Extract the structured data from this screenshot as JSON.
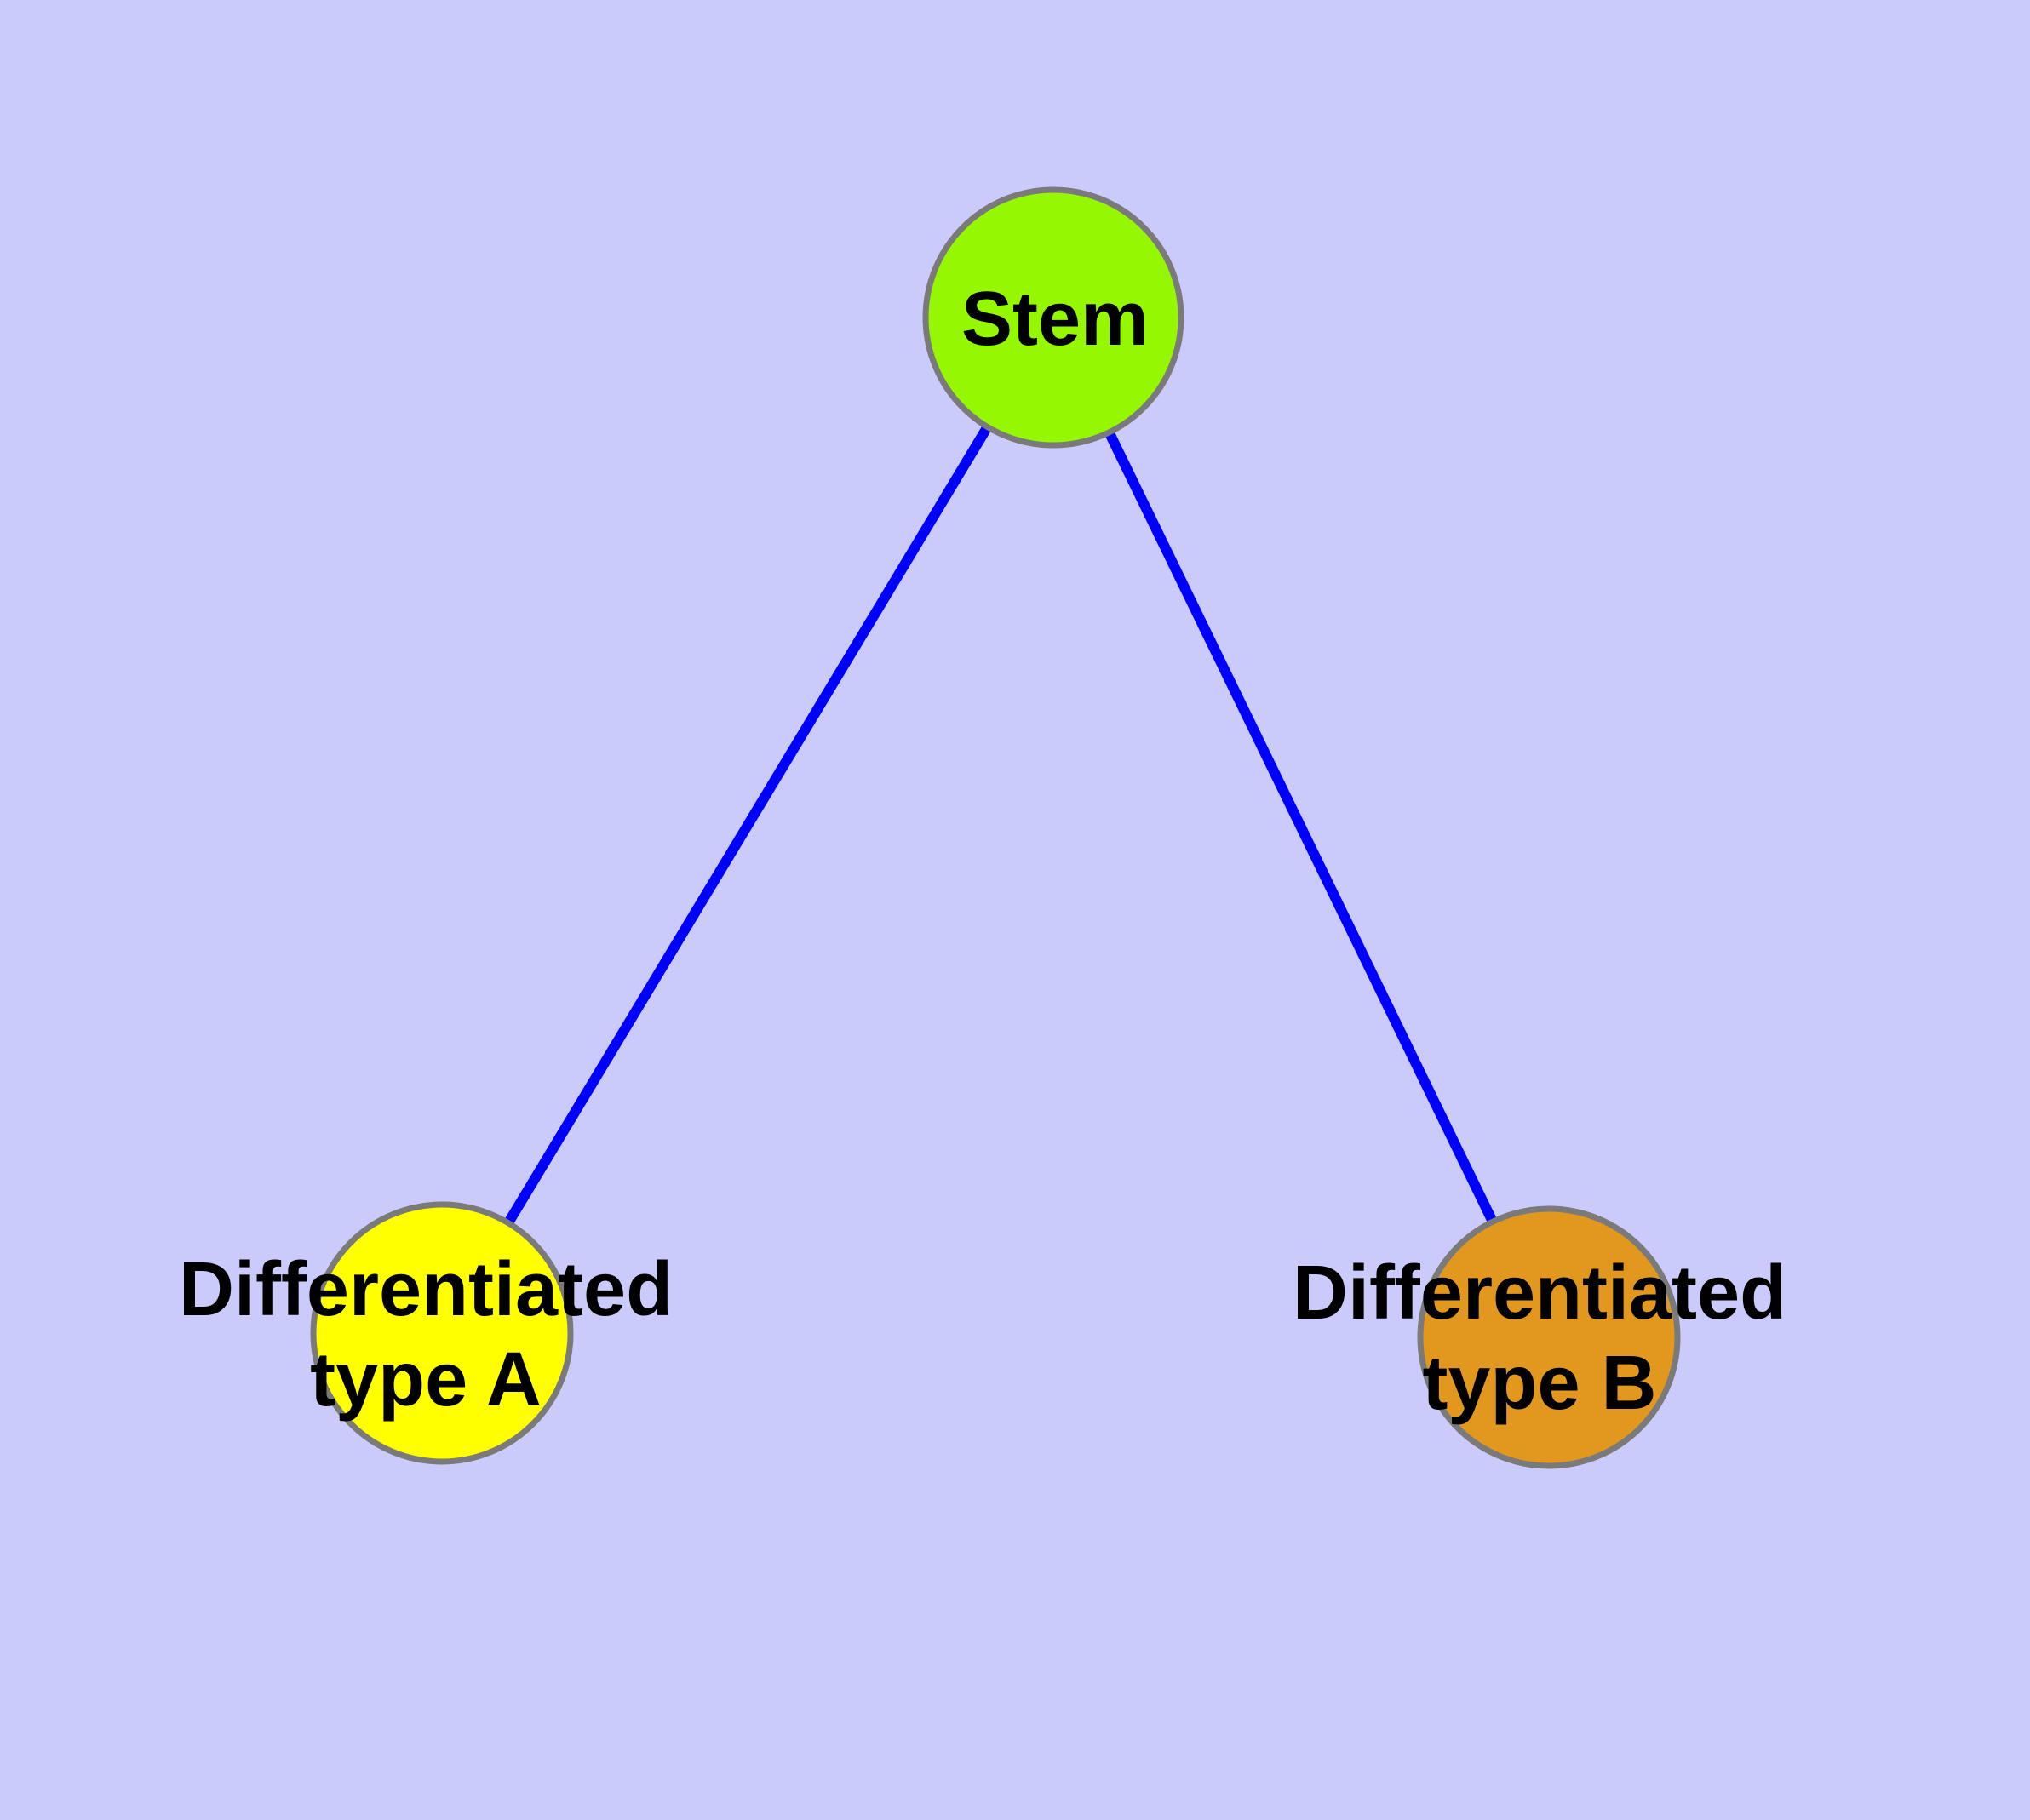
{
  "diagram": {
    "background_color": "#cbcbfb",
    "edge_color": "#0000ff",
    "node_border_color": "#7a7a7a",
    "label_color": "#000000",
    "nodes": [
      {
        "id": "stem",
        "label": "Stem",
        "fill": "#96f702"
      },
      {
        "id": "differentiated-type-a",
        "label": "Differentiated\ntype A",
        "fill": "#ffff00"
      },
      {
        "id": "differentiated-type-b",
        "label": "Differentiated\ntype B",
        "fill": "#e2981f"
      }
    ],
    "edges": [
      {
        "from": "stem",
        "to": "differentiated-type-a"
      },
      {
        "from": "stem",
        "to": "differentiated-type-b"
      }
    ]
  }
}
